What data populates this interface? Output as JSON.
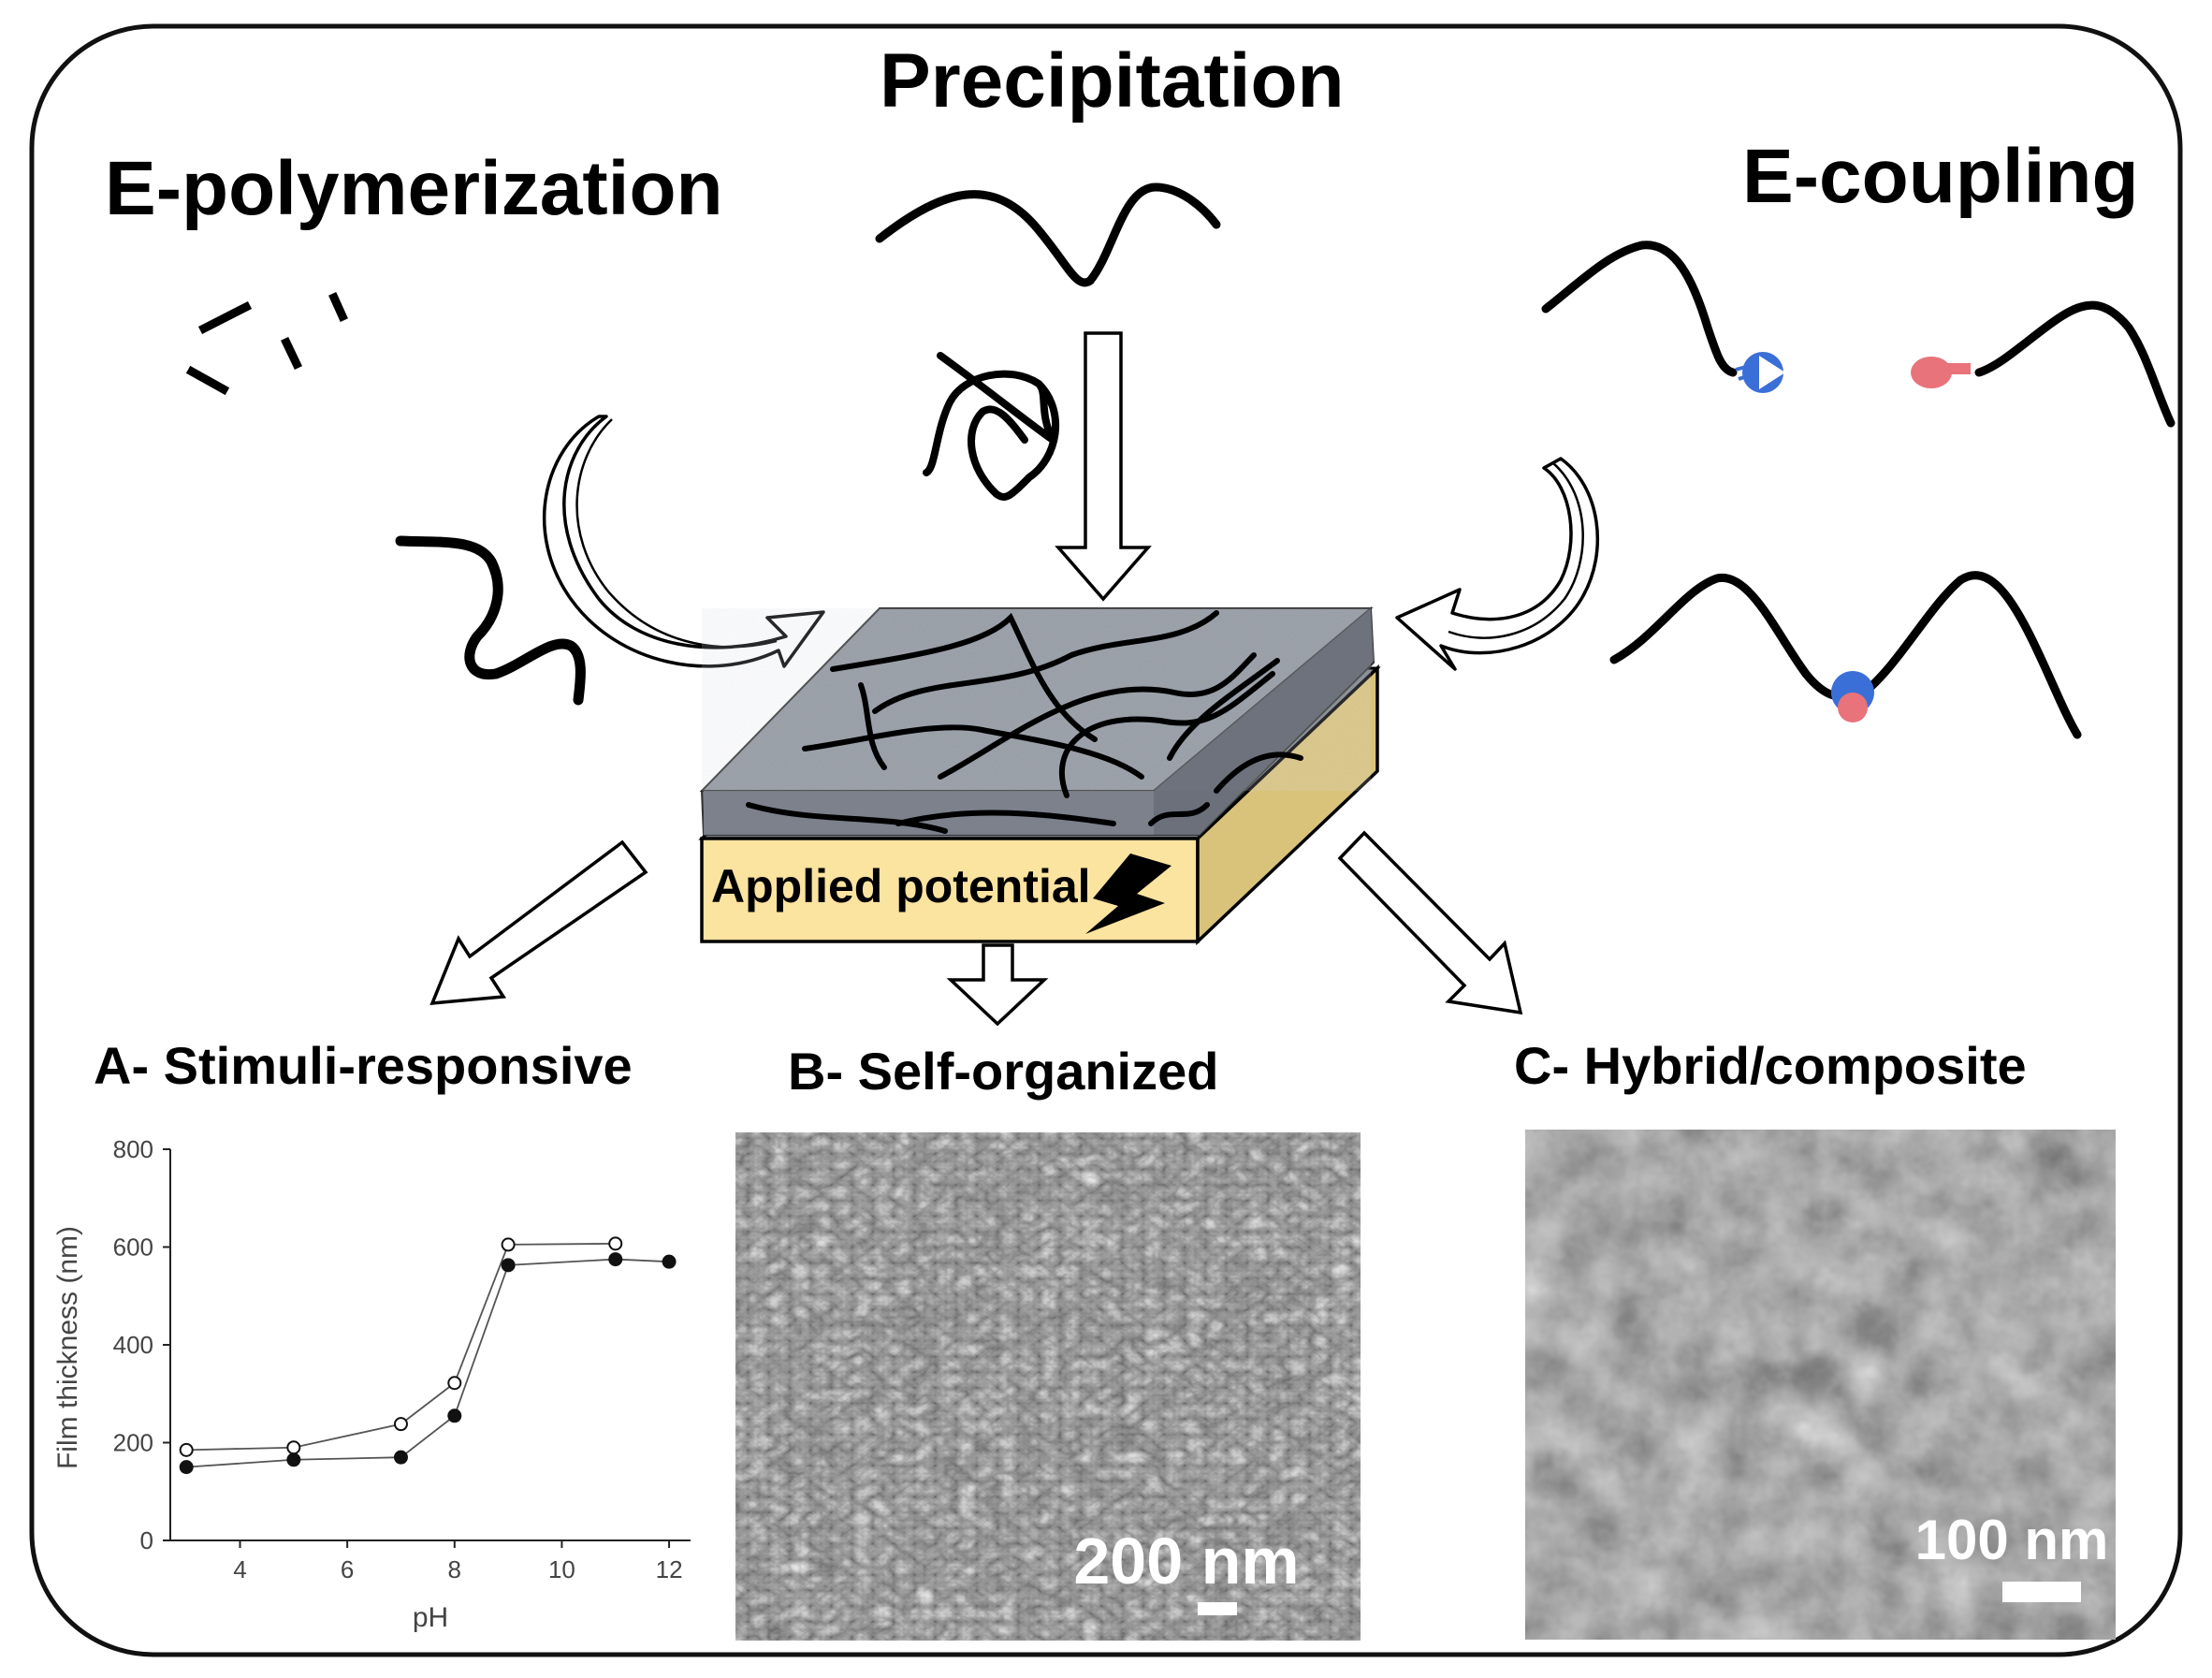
{
  "titles": {
    "precipitation": "Precipitation",
    "e_polymerization": "E-polymerization",
    "e_coupling": "E-coupling"
  },
  "substrate_label": "Applied potential",
  "panels": {
    "a": "A- Stimuli-responsive",
    "b": "B- Self-organized",
    "c": "C- Hybrid/composite"
  },
  "scale_bars": {
    "b": "200 nm",
    "c": "100 nm"
  },
  "colors": {
    "substrate": "#fbe3a0",
    "substrate_side": "#d9c27a",
    "film": "#8a8f98",
    "blue_group": "#3a6fd8",
    "red_group": "#e8737a"
  },
  "chart_data": {
    "type": "line",
    "xlabel": "pH",
    "ylabel": "Film thickness (nm)",
    "xlim": [
      2.7,
      12.4
    ],
    "ylim": [
      0,
      800
    ],
    "xticks": [
      4,
      6,
      8,
      10,
      12
    ],
    "yticks": [
      0,
      200,
      400,
      600,
      800
    ],
    "grid": false,
    "series": [
      {
        "marker": "open-circle",
        "x": [
          3,
          5,
          7,
          8,
          9,
          11
        ],
        "y": [
          185,
          190,
          238,
          322,
          605,
          607
        ]
      },
      {
        "marker": "filled-circle",
        "x": [
          3,
          5,
          7,
          8,
          9,
          11,
          12
        ],
        "y": [
          150,
          165,
          170,
          255,
          563,
          575,
          570
        ]
      }
    ]
  }
}
